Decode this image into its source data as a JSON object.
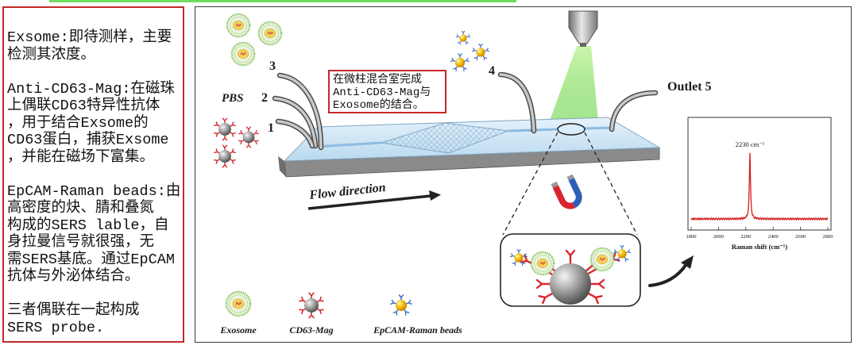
{
  "notes": {
    "paragraphs": [
      {
        "lines": [
          "Exsome:即待测样，主要",
          "检测其浓度。"
        ]
      },
      {
        "lines": [
          "Anti-CD63-Mag:在磁珠",
          "上偶联CD63特异性抗体",
          "，用于结合Exsome的",
          "CD63蛋白，捕获Exsome",
          "，并能在磁场下富集。"
        ]
      },
      {
        "lines": [
          "EpCAM-Raman beads:由",
          "高密度的炔、腈和叠氮",
          "构成的SERS lable，自",
          "身拉曼信号就很强，无",
          "需SERS基底。通过EpCAM",
          "抗体与外泌体结合。"
        ]
      },
      {
        "lines": [
          "三者偶联在一起构成",
          "SERS probe."
        ]
      }
    ]
  },
  "diagram": {
    "inlets": {
      "pbs": "PBS",
      "inlet_1": "1",
      "inlet_2": "2",
      "inlet_3": "3",
      "inlet_4": "4"
    },
    "outlet_label": "Outlet 5",
    "flow_label": "Flow direction",
    "callout": {
      "lines": [
        "在微柱混合室完成",
        "Anti-CD63-Mag与",
        "Exosome的结合。"
      ]
    },
    "spectrum": {
      "type": "line",
      "peak": 2230,
      "peak_label": "2230 cm⁻¹",
      "xlim": [
        1800,
        2800
      ],
      "ticks": [
        "1800",
        "2000",
        "2200",
        "2400",
        "2600",
        "2800"
      ],
      "xlabel": "Raman shift (cm⁻¹)"
    },
    "legend": [
      {
        "label": "Exosome",
        "icon": "exosome-icon"
      },
      {
        "label": "CD63-Mag",
        "icon": "cd63-mag-bead-icon"
      },
      {
        "label": "EpCAM-Raman beads",
        "icon": "epcam-raman-bead-icon"
      }
    ]
  },
  "colors": {
    "annotation_border": "#c62828",
    "top_strip": "#6fdc5f",
    "antibody": "#d9262e",
    "raman_antibody": "#3b6fc4",
    "laser_beam": "#6fd64a",
    "spectrum_line": "#d62020",
    "chip_top": "#cfe5f5"
  }
}
